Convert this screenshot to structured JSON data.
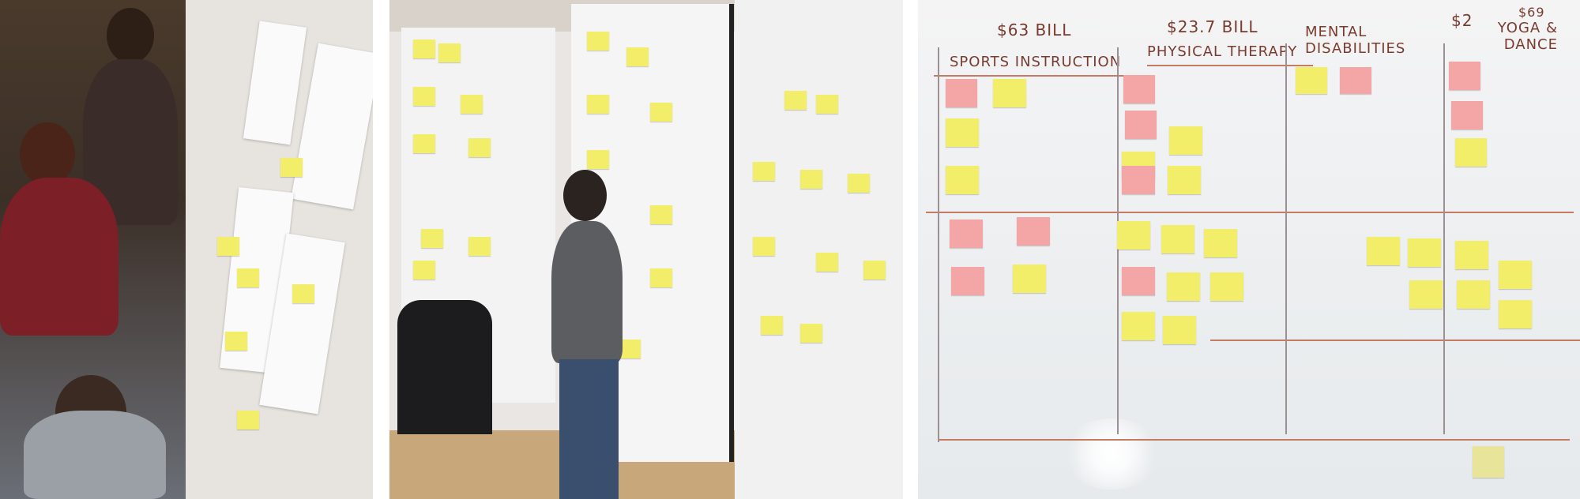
{
  "board": {
    "bills": [
      "$63 BILL",
      "$23.7 BILL",
      "$2",
      "$69"
    ],
    "headings": [
      "SPORTS INSTRUCTION",
      "PHYSICAL THERAPY",
      "MENTAL DISABILITIES",
      "YOGA & DANCE"
    ]
  },
  "colors": {
    "sticky_yellow": "#f2ee6a",
    "sticky_pink": "#f4a6a6",
    "sticky_green": "#d9f27a",
    "marker_red": "#c57a62"
  }
}
